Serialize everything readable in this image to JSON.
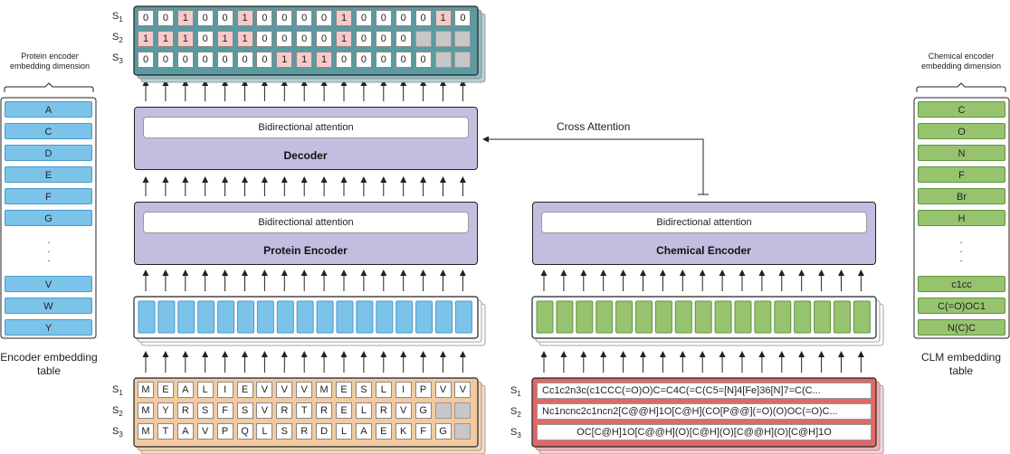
{
  "colors": {
    "protein_blue": "#7cc3ea",
    "chemical_green": "#97c36f",
    "block_purple": "#c5bde0",
    "output_teal": "#5b9aa0",
    "input_orange": "#f2caa0",
    "input_red": "#e06868",
    "highlight_pink": "#f7c9c9",
    "pad_grey": "#c7c7c7"
  },
  "protein_embedding": {
    "caption": "Protein encoder embedding dimension",
    "items_top": [
      "A",
      "C",
      "D",
      "E",
      "F",
      "G"
    ],
    "ellipsis": ".",
    "items_bottom": [
      "V",
      "W",
      "Y"
    ],
    "bottom_label": "Encoder embedding table"
  },
  "chemical_embedding": {
    "caption": "Chemical encoder embedding dimension",
    "items_top": [
      "C",
      "O",
      "N",
      "F",
      "Br",
      "H"
    ],
    "ellipsis": ".",
    "items_bottom": [
      "c1cc",
      "C(=O)OC1",
      "N(C)C"
    ],
    "bottom_label": "CLM embedding table"
  },
  "output_rows": [
    {
      "label": "S",
      "sub": "1",
      "cells": [
        "0",
        "0",
        "1",
        "0",
        "0",
        "1",
        "0",
        "0",
        "0",
        "0",
        "1",
        "0",
        "0",
        "0",
        "0",
        "1",
        "0"
      ]
    },
    {
      "label": "S",
      "sub": "2",
      "cells": [
        "1",
        "1",
        "1",
        "0",
        "1",
        "1",
        "0",
        "0",
        "0",
        "0",
        "1",
        "0",
        "0",
        "0",
        "",
        ""
      ]
    },
    {
      "label": "S",
      "sub": "3",
      "cells": [
        "0",
        "0",
        "0",
        "0",
        "0",
        "0",
        "0",
        "1",
        "1",
        "1",
        "0",
        "0",
        "0",
        "0",
        "0",
        "",
        ""
      ]
    }
  ],
  "output_highlight": [
    [
      2,
      5,
      10,
      15
    ],
    [
      0,
      1,
      2,
      4,
      5,
      10
    ],
    [
      7,
      8,
      9
    ]
  ],
  "decoder": {
    "attention_label": "Bidirectional attention",
    "title": "Decoder"
  },
  "protein_encoder": {
    "attention_label": "Bidirectional attention",
    "title": "Protein Encoder"
  },
  "chemical_encoder": {
    "attention_label": "Bidirectional attention",
    "title": "Chemical Encoder"
  },
  "cross_attention_label": "Cross Attention",
  "protein_inputs": [
    {
      "label": "S",
      "sub": "1",
      "cells": [
        "M",
        "E",
        "A",
        "L",
        "I",
        "E",
        "V",
        "V",
        "V",
        "M",
        "E",
        "S",
        "L",
        "I",
        "P",
        "V",
        "V"
      ]
    },
    {
      "label": "S",
      "sub": "2",
      "cells": [
        "M",
        "Y",
        "R",
        "S",
        "F",
        "S",
        "V",
        "R",
        "T",
        "R",
        "E",
        "L",
        "R",
        "V",
        "G",
        "",
        ""
      ]
    },
    {
      "label": "S",
      "sub": "3",
      "cells": [
        "M",
        "T",
        "A",
        "V",
        "P",
        "Q",
        "L",
        "S",
        "R",
        "D",
        "L",
        "A",
        "E",
        "K",
        "F",
        "G",
        ""
      ]
    }
  ],
  "chemical_inputs": [
    {
      "label": "S",
      "sub": "1",
      "text": "Cc1c2n3c(c1CCC(=O)O)C=C4C(=C(C5=[N]4[Fe]36[N]7=C(C..."
    },
    {
      "label": "S",
      "sub": "2",
      "text": "Nc1ncnc2c1ncn2[C@@H]1O[C@H](CO[P@@](=O)(O)OC(=O)C..."
    },
    {
      "label": "S",
      "sub": "3",
      "text": "OC[C@H]1O[C@@H](O)[C@H](O)[C@@H](O)[C@H]1O"
    }
  ]
}
